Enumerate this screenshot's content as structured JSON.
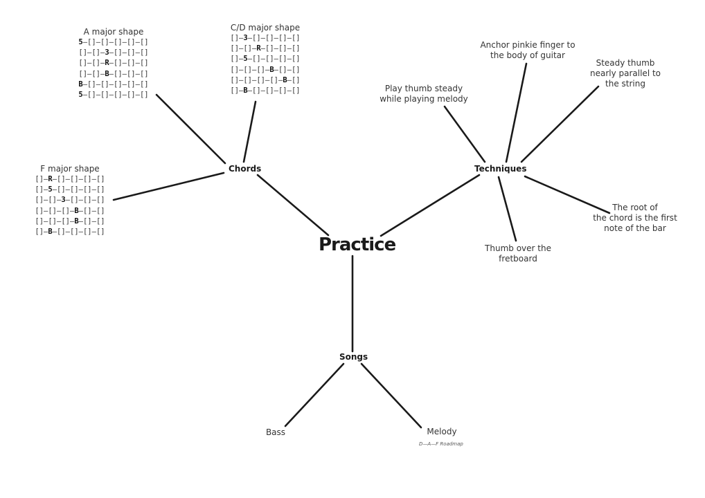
{
  "center": {
    "label": "Practice"
  },
  "branches": {
    "chords": {
      "label": "Chords",
      "shapes": [
        {
          "title": "A major shape",
          "rows": [
            [
              "5",
              "[]",
              "[]",
              "[]",
              "[]",
              "[]"
            ],
            [
              "[]",
              "[]",
              "3",
              "[]",
              "[]",
              "[]"
            ],
            [
              "[]",
              "[]",
              "R",
              "[]",
              "[]",
              "[]"
            ],
            [
              "[]",
              "[]",
              "B",
              "[]",
              "[]",
              "[]"
            ],
            [
              "B",
              "[]",
              "[]",
              "[]",
              "[]",
              "[]"
            ],
            [
              "5",
              "[]",
              "[]",
              "[]",
              "[]",
              "[]"
            ]
          ]
        },
        {
          "title": "C/D major shape",
          "rows": [
            [
              "[]",
              "3",
              "[]",
              "[]",
              "[]",
              "[]"
            ],
            [
              "[]",
              "[]",
              "R",
              "[]",
              "[]",
              "[]"
            ],
            [
              "[]",
              "5",
              "[]",
              "[]",
              "[]",
              "[]"
            ],
            [
              "[]",
              "[]",
              "[]",
              "B",
              "[]",
              "[]"
            ],
            [
              "[]",
              "[]",
              "[]",
              "[]",
              "B",
              "[]"
            ],
            [
              "[]",
              "B",
              "[]",
              "[]",
              "[]",
              "[]"
            ]
          ]
        },
        {
          "title": "F major shape",
          "rows": [
            [
              "[]",
              "R",
              "[]",
              "[]",
              "[]",
              "[]"
            ],
            [
              "[]",
              "5",
              "[]",
              "[]",
              "[]",
              "[]"
            ],
            [
              "[]",
              "[]",
              "3",
              "[]",
              "[]",
              "[]"
            ],
            [
              "[]",
              "[]",
              "[]",
              "B",
              "[]",
              "[]"
            ],
            [
              "[]",
              "[]",
              "[]",
              "B",
              "[]",
              "[]"
            ],
            [
              "[]",
              "B",
              "[]",
              "[]",
              "[]",
              "[]"
            ]
          ]
        }
      ]
    },
    "techniques": {
      "label": "Techniques",
      "items": [
        "Play thumb steady\nwhile playing melody",
        "Anchor pinkie finger to\nthe body of guitar",
        "Steady thumb\nnearly parallel to\nthe string",
        "The root of\nthe chord is the first\nnote of the bar",
        "Thumb over the\nfretboard"
      ]
    },
    "songs": {
      "label": "Songs",
      "items": [
        {
          "label": "Bass",
          "note": ""
        },
        {
          "label": "Melody",
          "note": "D—A—F Roadmap"
        }
      ]
    }
  }
}
